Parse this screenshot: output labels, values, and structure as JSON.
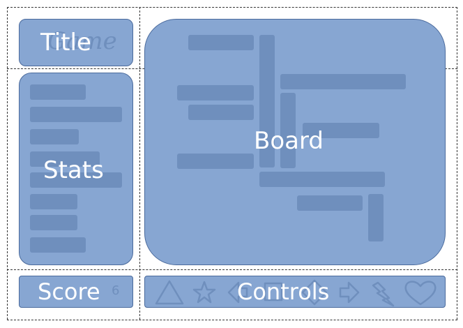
{
  "regions": {
    "title": {
      "label": "Title"
    },
    "stats": {
      "label": "Stats"
    },
    "board": {
      "label": "Board"
    },
    "score": {
      "label": "Score"
    },
    "controls": {
      "label": "Controls"
    }
  },
  "colors": {
    "panel_fill": "#87a6d2",
    "panel_border": "#4a6a9c",
    "placeholder": "#6f8fbd",
    "label_text": "#ffffff",
    "guide_line": "#333333"
  },
  "controls_icons": [
    "triangle-icon",
    "star-icon",
    "arrow-left-icon",
    "square-icon",
    "diamond-icon",
    "arrow-right-icon",
    "lightning-icon",
    "heart-icon"
  ]
}
